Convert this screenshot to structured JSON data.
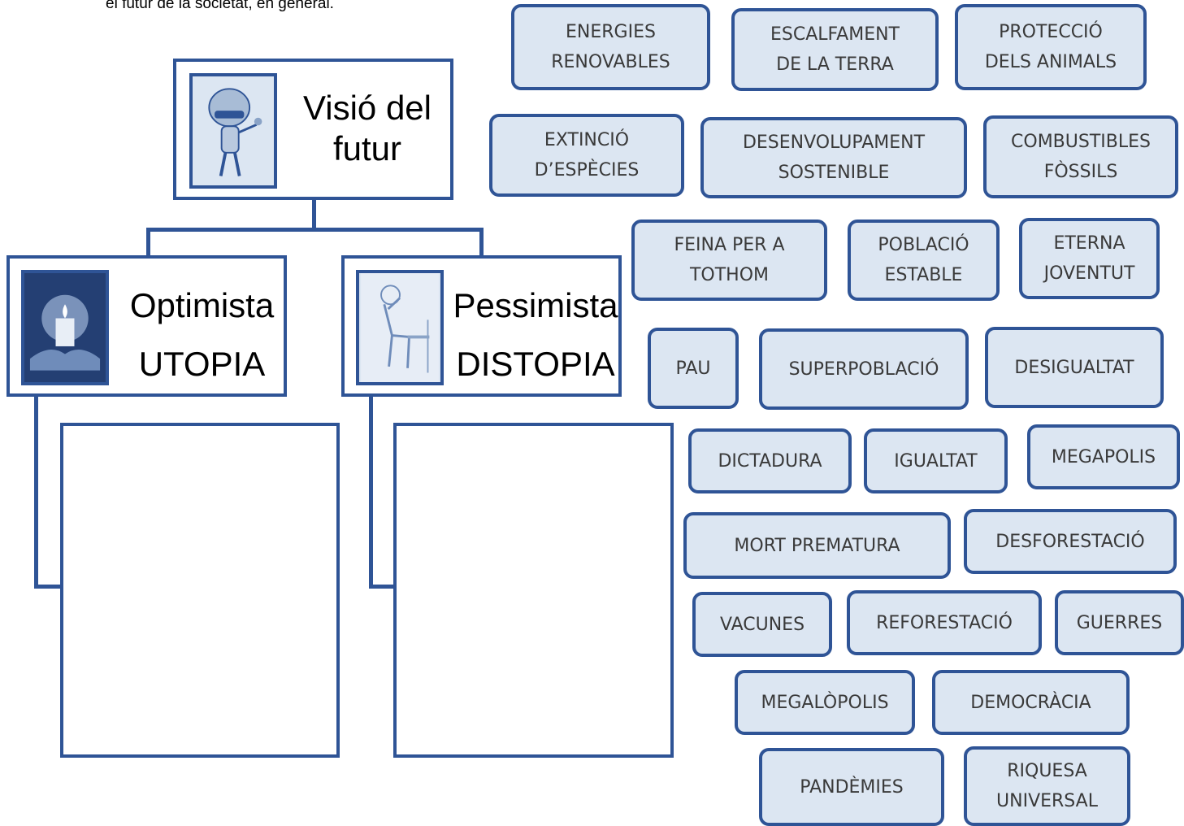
{
  "intro_text": "el futur de la societat, en general.",
  "root": {
    "line1": "Visió del",
    "line2": "futur",
    "image": "robot-icon"
  },
  "optimist": {
    "line1": "Optimista",
    "line2": "UTOPIA",
    "image": "candle-hands-icon"
  },
  "pessimist": {
    "line1": "Pessimista",
    "line2": "DISTOPIA",
    "image": "sad-figure-icon"
  },
  "colors": {
    "border": "#2f5496",
    "tag_fill": "#dce6f2",
    "tag_text": "#3a3a3a"
  },
  "tags": [
    "ENERGIES\nRENOVABLES",
    "ESCALFAMENT\nDE LA TERRA",
    "PROTECCIÓ\nDELS ANIMALS",
    "EXTINCIÓ\nD’ESPÈCIES",
    "DESENVOLUPAMENT\nSOSTENIBLE",
    "COMBUSTIBLES\nFÒSSILS",
    "FEINA PER A\nTOTHOM",
    "POBLACIÓ\nESTABLE",
    "ETERNA\nJOVENTUT",
    "PAU",
    "SUPERPOBLACIÓ",
    "DESIGUALTAT",
    "DICTADURA",
    "IGUALTAT",
    "MEGAPOLIS",
    "MORT PREMATURA",
    "DESFORESTACIÓ",
    "VACUNES",
    "REFORESTACIÓ",
    "GUERRES",
    "MEGALÒPOLIS",
    "DEMOCRÀCIA",
    "PANDÈMIES",
    "RIQUESA\nUNIVERSAL"
  ]
}
